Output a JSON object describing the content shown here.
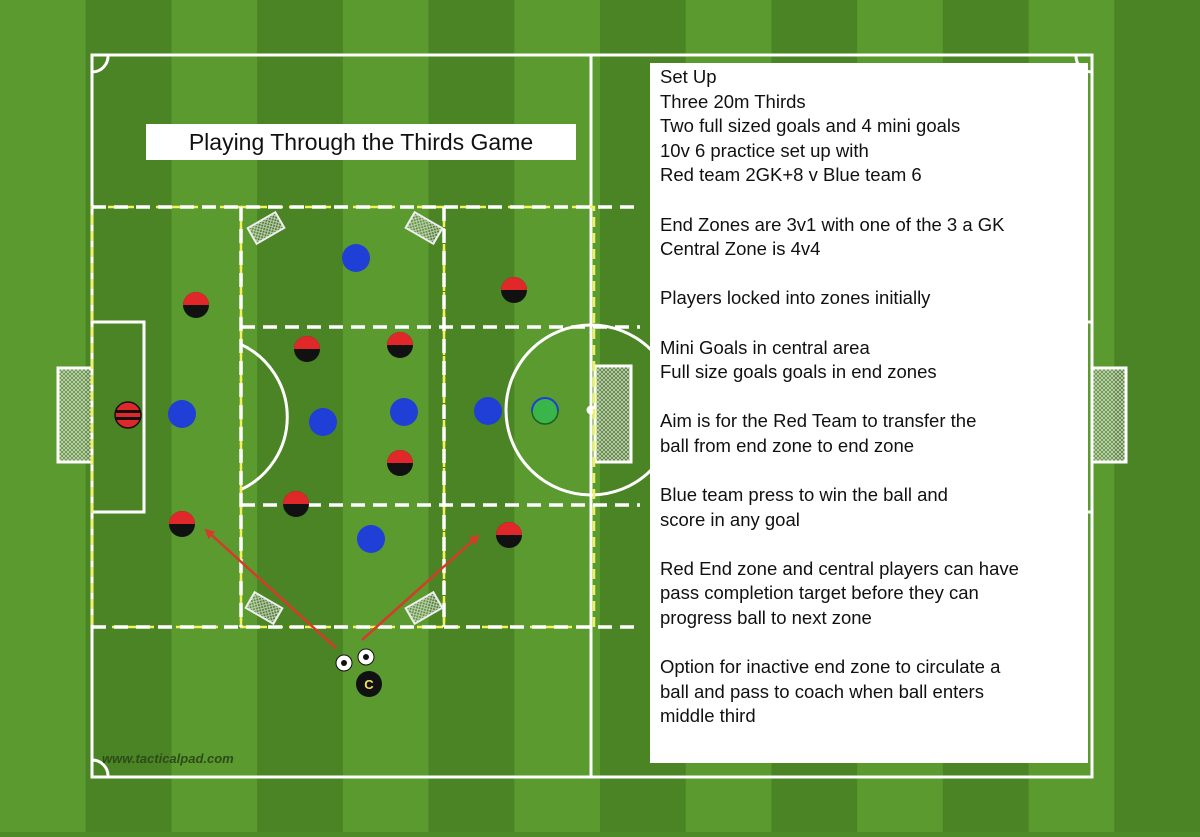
{
  "diagram": {
    "title": "Playing Through the Thirds Game",
    "watermark": "www.tacticalpad.com",
    "coach_label": "C",
    "colors": {
      "grass_light": "#5a9a2e",
      "grass_dark": "#4a8424",
      "line": "#ffffff",
      "zone_yellow": "#f2f25a",
      "red_team": "#e0282a",
      "blue_team": "#1f3fd6",
      "gk_green": "#39b54a",
      "arrow_red": "#d63a2a"
    },
    "notes": [
      "Set Up",
      "Three 20m Thirds",
      "Two full sized goals and 4 mini goals",
      "10v 6 practice set up with",
      "Red team 2GK+8 v Blue team 6",
      "",
      "End Zones are 3v1 with one of the 3 a GK",
      "Central Zone is 4v4",
      "",
      "Players locked into zones initially",
      "",
      "Mini Goals in central area",
      "Full size goals goals in end zones",
      "",
      "Aim is for the Red Team to transfer the",
      "ball from end zone to end zone",
      "",
      "Blue team press to win the ball and",
      "score in any goal",
      "",
      "Red End zone and central players can have",
      "pass completion target before they can",
      "progress ball to next zone",
      "",
      "Option for inactive end zone to circulate a",
      "ball and pass to coach when ball enters",
      "middle third"
    ]
  }
}
